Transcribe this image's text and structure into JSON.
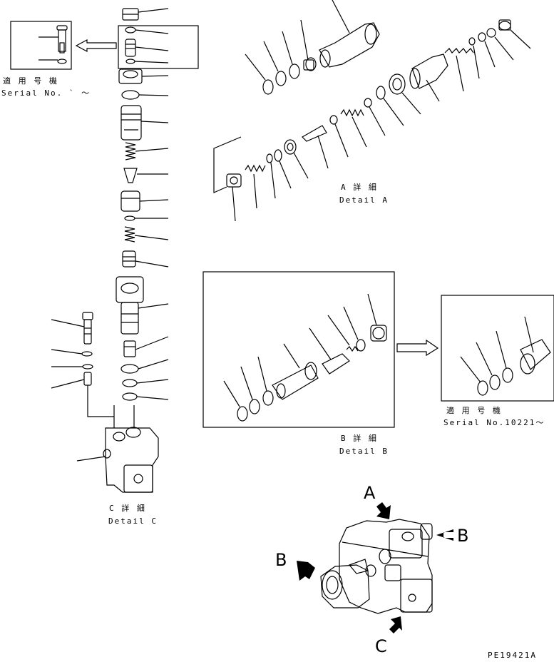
{
  "labels": {
    "serial_left_jp": "適 用 号 機",
    "serial_left": "Serial No.  ` ～",
    "serial_right_jp": "適 用 号 機",
    "serial_right": "Serial No.10221～",
    "detail_a_jp": "A 詳 細",
    "detail_a": "Detail A",
    "detail_b_jp": "B 詳 細",
    "detail_b": "Detail B",
    "detail_c_jp": "C 詳 細",
    "detail_c": "Detail C",
    "callout_a": "A",
    "callout_b_right": "B",
    "callout_b_left": "B",
    "callout_c": "C",
    "figure_code": "PE19421A"
  }
}
